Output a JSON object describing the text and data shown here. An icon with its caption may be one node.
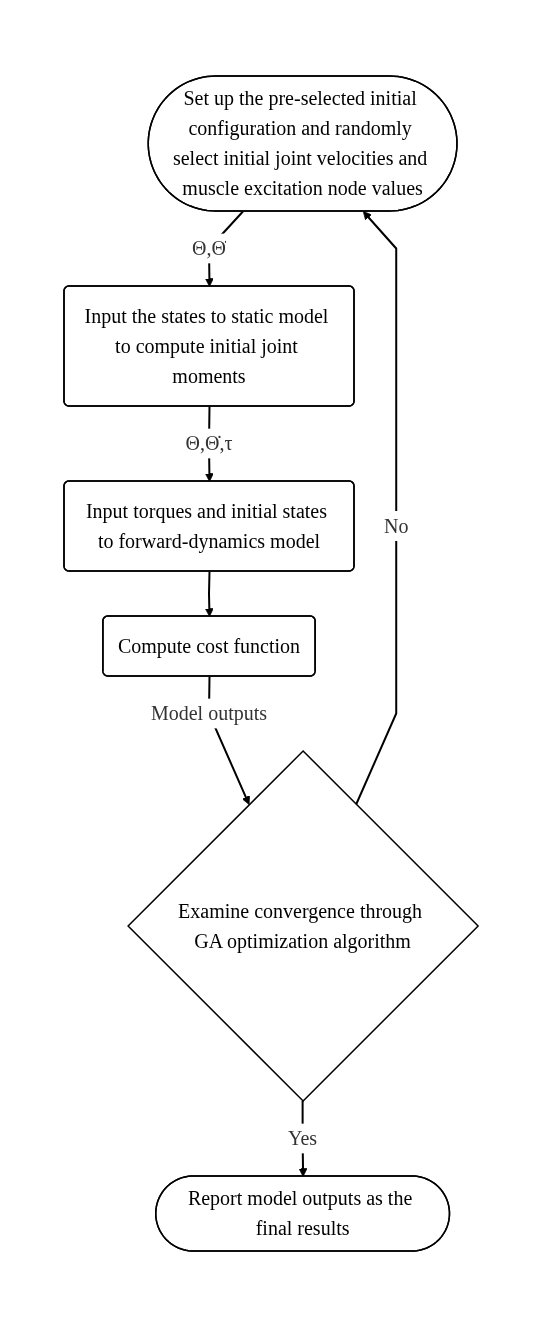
{
  "diagram": {
    "nodes": [
      {
        "text": [
          "Set up the pre-selected initial configuration and randomly select initial joint velocities and muscle excitation node values"
        ]
      },
      {
        "text": [
          "Input the states to static model to compute initial joint moments"
        ]
      },
      {
        "text": [
          "Input torques and initial states to forward-dynamics model"
        ]
      },
      {
        "text": [
          "Compute cost function"
        ]
      },
      {
        "text": [
          "Examine convergence through GA optimization algorithm"
        ]
      },
      {
        "text": [
          "Report model outputs as the final results"
        ]
      }
    ],
    "edges": [
      {
        "from": 0,
        "to": 1,
        "arrow": "to",
        "label": "Θ,Θ̇"
      },
      {
        "from": 1,
        "to": 2,
        "arrow": "to",
        "label": "Θ,Θ̇,τ"
      },
      {
        "from": 2,
        "to": 3,
        "arrow": "to"
      },
      {
        "from": 3,
        "to": 4,
        "arrow": "to",
        "label": "Model outputs"
      },
      {
        "from": 4,
        "to": 0,
        "arrow": "to",
        "label": "No"
      },
      {
        "from": 4,
        "to": 5,
        "arrow": "to",
        "label": "Yes"
      }
    ]
  }
}
